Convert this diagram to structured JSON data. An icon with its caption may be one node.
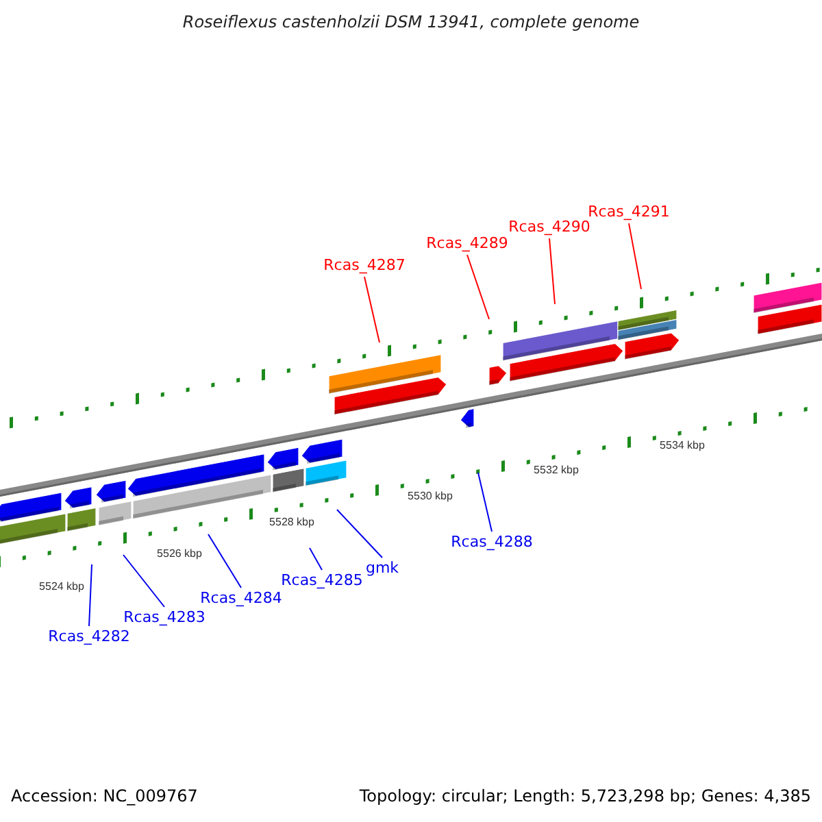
{
  "diagram": {
    "title": "Roseiflexus castenholzii DSM 13941, complete genome",
    "nodes": [
      {
        "text": [
          "Rcas_4287"
        ]
      },
      {
        "text": [
          "Rcas_4289"
        ]
      },
      {
        "text": [
          "Rcas_4290"
        ]
      },
      {
        "text": [
          "Rcas_4291"
        ]
      },
      {
        "text": [
          "Rcas_4288"
        ]
      },
      {
        "text": [
          "Rcas_4282"
        ]
      },
      {
        "text": [
          "Rcas_4283"
        ]
      },
      {
        "text": [
          "Rcas_4284"
        ]
      },
      {
        "text": [
          "Rcas_4285"
        ]
      },
      {
        "text": [
          "gmk"
        ]
      }
    ],
    "edges": [
      {
        "from": 0,
        "to": null,
        "arrow": "none",
        "color": "#ff0000"
      },
      {
        "from": 1,
        "to": null,
        "arrow": "none",
        "color": "#ff0000"
      },
      {
        "from": 2,
        "to": null,
        "arrow": "none",
        "color": "#ff0000"
      },
      {
        "from": 3,
        "to": null,
        "arrow": "none",
        "color": "#ff0000"
      },
      {
        "from": 4,
        "to": null,
        "arrow": "none"
      },
      {
        "from": 5,
        "to": null,
        "arrow": "none"
      },
      {
        "from": 6,
        "to": null,
        "arrow": "none"
      },
      {
        "from": 7,
        "to": null,
        "arrow": "none"
      },
      {
        "from": 8,
        "to": null,
        "arrow": "none"
      },
      {
        "from": 9,
        "to": null,
        "arrow": "none"
      }
    ],
    "labels": [
      "5534 kbp",
      "5532 kbp",
      "5530 kbp",
      "5528 kbp",
      "5526 kbp",
      "5524 kbp",
      "Accession: NC_009767",
      "Topology: circular; Length: 5,723,298 bp; Genes: 4,385"
    ]
  }
}
